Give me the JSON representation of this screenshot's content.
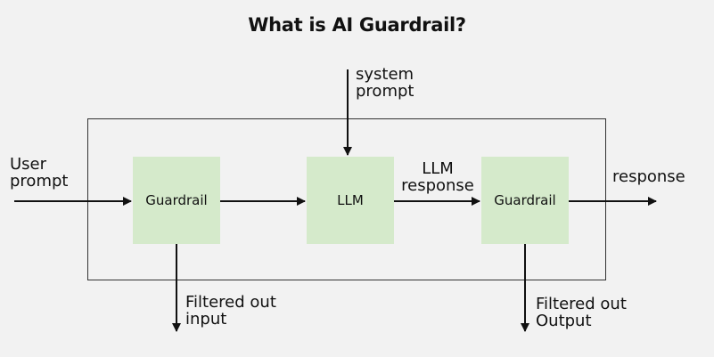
{
  "title": "What is AI Guardrail?",
  "nodes": {
    "input_guardrail": "Guardrail",
    "llm": "LLM",
    "output_guardrail": "Guardrail"
  },
  "labels": {
    "user_prompt": [
      "User",
      "prompt"
    ],
    "system_prompt": [
      "system",
      "prompt"
    ],
    "llm_response": [
      "LLM",
      "response"
    ],
    "response": "response",
    "filtered_input": [
      "Filtered out",
      "input"
    ],
    "filtered_output": [
      "Filtered out",
      "Output"
    ]
  },
  "colors": {
    "node_fill": "#d5eacb",
    "background": "#f2f2f2",
    "stroke": "#111111"
  }
}
